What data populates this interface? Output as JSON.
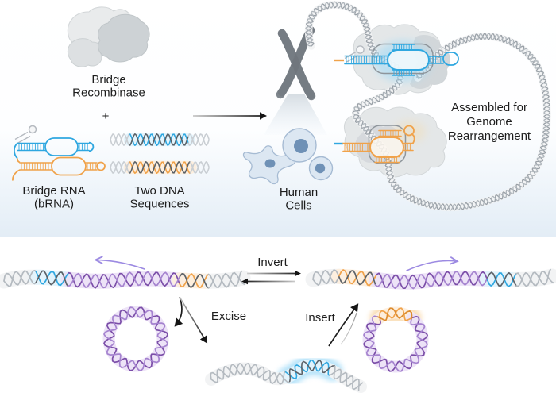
{
  "figure": {
    "top": {
      "recombinase": [
        "Bridge",
        "Recombinase"
      ],
      "plus": "+",
      "brna": [
        "Bridge RNA",
        "(bRNA)"
      ],
      "dna": [
        "Two DNA",
        "Sequences"
      ],
      "cells": [
        "Human",
        "Cells"
      ],
      "assembled": [
        "Assembled for",
        "Genome",
        "Rearrangement"
      ]
    },
    "bottom": {
      "invert": "Invert",
      "excise": "Excise",
      "insert": "Insert"
    }
  },
  "colors": {
    "blue": "#2fa7e0",
    "orange": "#f0a24a",
    "orange_dark": "#dd8c2f",
    "purple": "#7b4ea8",
    "purple2": "#a583cf",
    "purple_arrow": "#9c8ae2",
    "dark_strand": "#5c6268",
    "gray_strand": "#b4bac0",
    "gray_strand_light": "#c9ced3",
    "glow_blue": "#7dcdf5",
    "glow_orange": "#f5c27a",
    "hairpin_gray": "#b5bac0",
    "rope_gray": "#99a0a7",
    "text": "#1d1d1d",
    "arrow_black": "#151515",
    "cell_fill": "#dce7f2",
    "cell_stroke": "#a6bbd3",
    "nucleus": "#6f91b6",
    "chromosome": "#7e858c",
    "protein_light": "#e9ebec",
    "protein_mid": "#dde0e2",
    "protein_dark": "#cdd2d5",
    "bg_tint": "#e3edf6"
  }
}
